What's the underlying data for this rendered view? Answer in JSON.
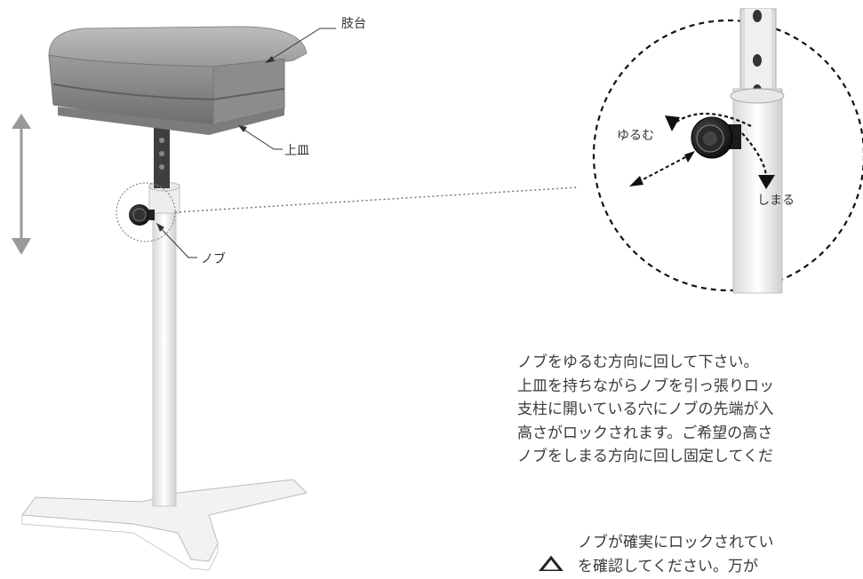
{
  "labels": {
    "armrest": "肢台",
    "upper_plate": "上皿",
    "knob": "ノブ",
    "loosen": "ゆるむ",
    "tighten": "しまる"
  },
  "instructions": [
    "ノブをゆるむ方向に回して下さい。",
    "上皿を持ちながらノブを引っ張りロッ",
    "支柱に開いている穴にノブの先端が入",
    "高さがロックされます。ご希望の高さ",
    "ノブをしまる方向に回し固定してくだ"
  ],
  "warning": [
    "ノブが確実にロックされてい",
    "を確認してください。万が"
  ],
  "icons": {
    "warning": "warning-triangle-icon",
    "adjust": "vertical-double-arrow-icon"
  }
}
